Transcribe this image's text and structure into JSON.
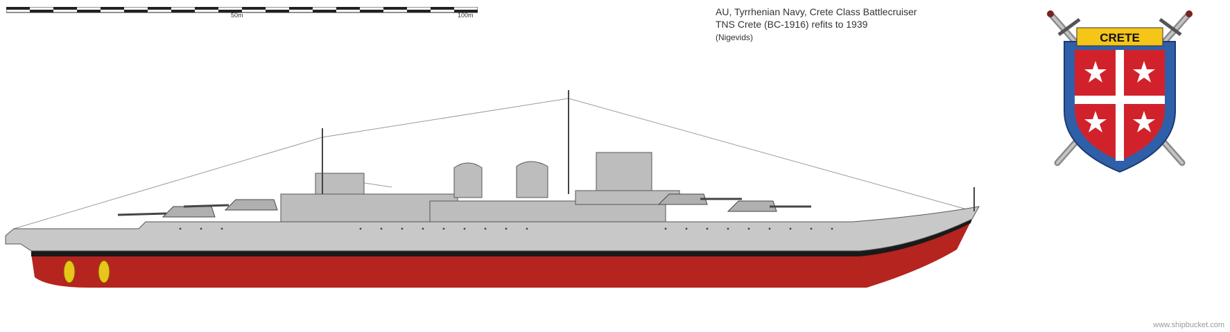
{
  "scale": {
    "mark_mid": "50m",
    "mark_end": "100m"
  },
  "caption": {
    "line1": "AU, Tyrrhenian Navy, Crete Class Battlecruiser",
    "line2": "TNS Crete (BC-1916) refits to 1939",
    "line3": "(Nigevids)"
  },
  "crest": {
    "banner_text": "CRETE",
    "icons": [
      "crossed-swords-icon",
      "shield-icon",
      "star-icon"
    ]
  },
  "watermark": "www.shipbucket.com",
  "colors": {
    "hull_upper": "#c8c8c8",
    "hull_lower": "#b5241e",
    "boot_top": "#1a1a1a",
    "propeller": "#e8c51a",
    "shield_blue": "#2f5fa8",
    "shield_red": "#d1222c",
    "banner_yellow": "#f5c518"
  }
}
